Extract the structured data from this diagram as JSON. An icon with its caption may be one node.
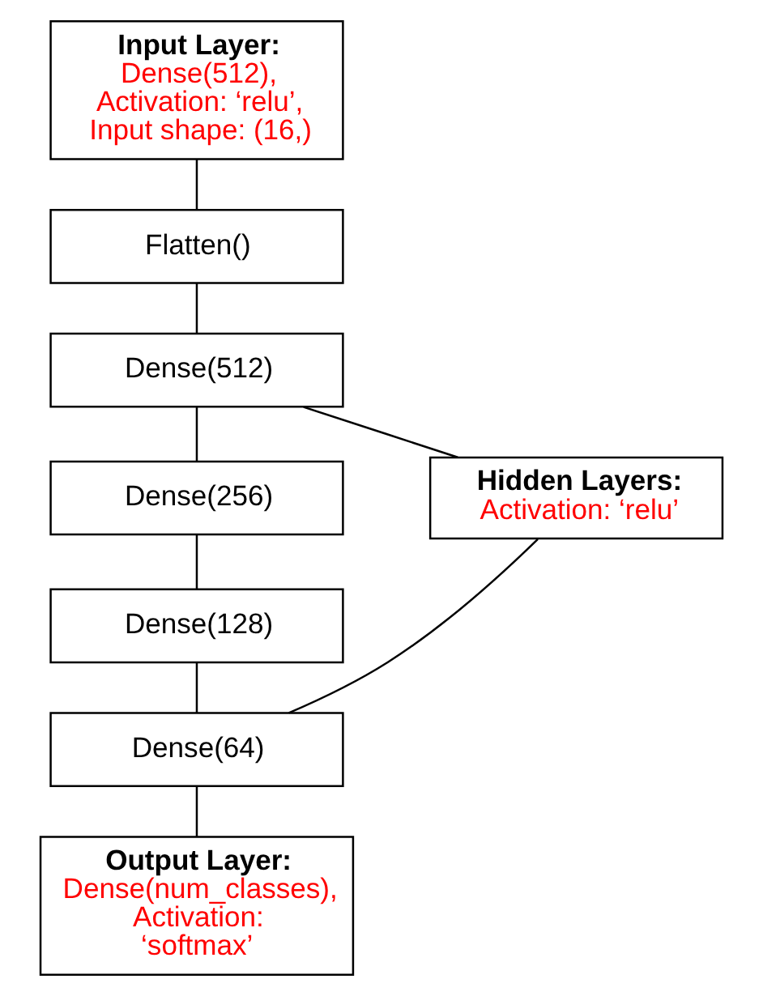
{
  "diagram": {
    "nodes": [
      {
        "text": [
          "Input Layer:",
          "Dense(512), Activation: ‘relu’, Input shape: (16,)"
        ]
      },
      {
        "text": [
          "Flatten()"
        ]
      },
      {
        "text": [
          "Dense(512)"
        ]
      },
      {
        "text": [
          "Dense(256)"
        ]
      },
      {
        "text": [
          "Dense(128)"
        ]
      },
      {
        "text": [
          "Dense(64)"
        ]
      },
      {
        "text": [
          "Output Layer:",
          "Dense(num_classes), Activation: ‘softmax’"
        ]
      },
      {
        "text": [
          "Hidden Layers:",
          "Activation: ‘relu’"
        ]
      }
    ],
    "edges": [
      {
        "from": 0,
        "to": 1,
        "arrow": "none"
      },
      {
        "from": 1,
        "to": 2,
        "arrow": "none"
      },
      {
        "from": 2,
        "to": 3,
        "arrow": "none"
      },
      {
        "from": 3,
        "to": 4,
        "arrow": "none"
      },
      {
        "from": 4,
        "to": 5,
        "arrow": "none"
      },
      {
        "from": 5,
        "to": 6,
        "arrow": "none"
      },
      {
        "from": 2,
        "to": 7,
        "arrow": "none"
      },
      {
        "from": 5,
        "to": 7,
        "arrow": "none"
      }
    ]
  }
}
